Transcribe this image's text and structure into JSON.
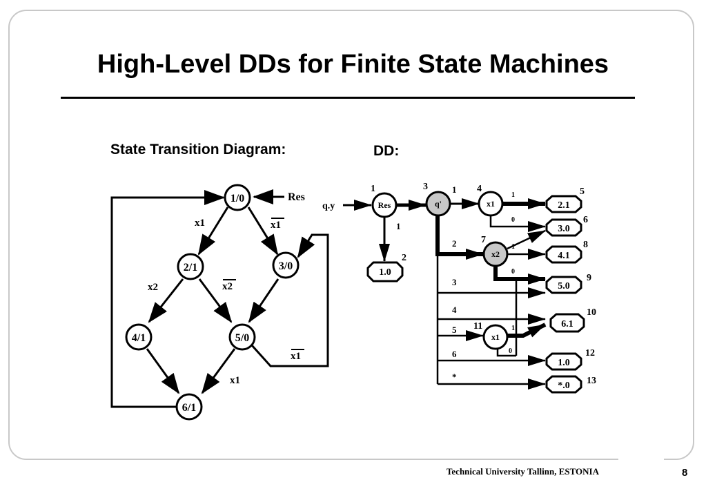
{
  "title": "High-Level DDs for Finite State Machines",
  "std_heading": "State Transition Diagram:",
  "dd_heading": "DD:",
  "footer": "Technical University Tallinn, ESTONIA",
  "page_number": "8",
  "std": {
    "states": [
      "1/0",
      "2/1",
      "3/0",
      "4/1",
      "5/0",
      "6/1"
    ],
    "reset_label": "Res",
    "edge_labels": [
      "x1",
      "x1",
      "x2",
      "x2",
      "x1",
      "x1"
    ]
  },
  "dd": {
    "input_label": "q.y",
    "nodes": [
      "Res",
      "q'",
      "x1",
      "x2",
      "x1"
    ],
    "node_numbers": [
      "1",
      "3",
      "4",
      "7",
      "11"
    ],
    "terminals": [
      "1.0",
      "2.1",
      "3.0",
      "4.1",
      "5.0",
      "6.1",
      "1.0",
      "*.0"
    ],
    "terminal_numbers": [
      "2",
      "5",
      "6",
      "8",
      "9",
      "10",
      "12",
      "13"
    ],
    "edge_labels": [
      "1",
      "1",
      "1",
      "0",
      "2",
      "1",
      "0",
      "3",
      "4",
      "5",
      "1",
      "0",
      "6",
      "*"
    ],
    "decision_fill": "#c8c8c8"
  }
}
